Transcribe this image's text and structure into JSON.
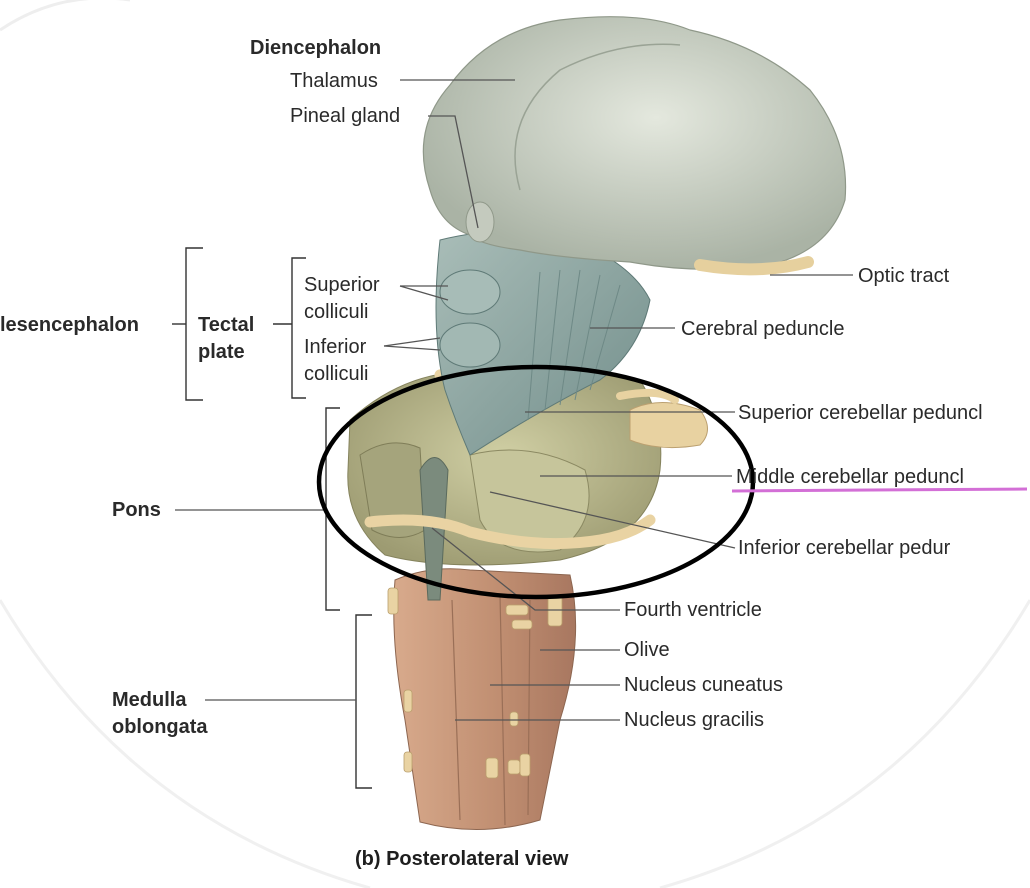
{
  "labels": {
    "diencephalon": "Diencephalon",
    "thalamus": "Thalamus",
    "pineal_gland": "Pineal gland",
    "mesencephalon": "lesencephalon",
    "tectal_plate_line1": "Tectal",
    "tectal_plate_line2": "plate",
    "superior_colliculi_line1": "Superior",
    "superior_colliculi_line2": "colliculi",
    "inferior_colliculi_line1": "Inferior",
    "inferior_colliculi_line2": "colliculi",
    "pons": "Pons",
    "medulla_line1": "Medulla",
    "medulla_line2": "oblongata",
    "optic_tract": "Optic tract",
    "cerebral_peduncle": "Cerebral peduncle",
    "superior_cerebellar_peduncle": "Superior cerebellar peduncl",
    "middle_cerebellar_peduncle": "Middle cerebellar peduncl",
    "inferior_cerebellar_peduncle": "Inferior cerebellar pedur",
    "fourth_ventricle": "Fourth ventricle",
    "olive": "Olive",
    "nucleus_cuneatus": "Nucleus cuneatus",
    "nucleus_gracilis": "Nucleus gracilis"
  },
  "caption": "(b) Posterolateral view",
  "colors": {
    "diencephalon_fill": "#c9cfc4",
    "midbrain_fill": "#8fa6a2",
    "pons_fill": "#b7b58c",
    "medulla_fill": "#c29478",
    "nerve_fill": "#e9d3a3",
    "annotation_ellipse": "#000000",
    "annotation_underline": "#d36fd6"
  }
}
